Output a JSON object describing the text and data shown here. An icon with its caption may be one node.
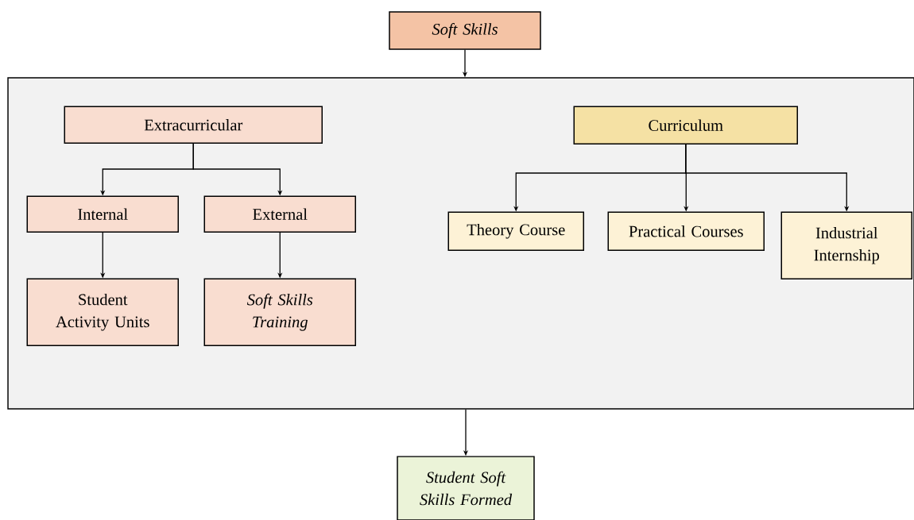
{
  "diagram": {
    "nodes": [
      {
        "text": [
          "Soft Skills"
        ]
      },
      {
        "text": [],
        "shape": "box"
      },
      {
        "text": [
          "Extracurricular"
        ],
        "in": 1
      },
      {
        "text": [
          "Curriculum"
        ],
        "in": 1
      },
      {
        "text": [
          "Internal"
        ],
        "in": 1
      },
      {
        "text": [
          "External"
        ],
        "in": 1
      },
      {
        "text": [
          "Theory Course"
        ],
        "in": 1
      },
      {
        "text": [
          "Practical Courses"
        ],
        "in": 1
      },
      {
        "text": [
          "Industrial Internship"
        ],
        "in": 1
      },
      {
        "text": [
          "Student Activity Units"
        ],
        "in": 1
      },
      {
        "text": [
          "Soft Skills Training"
        ],
        "in": 1
      },
      {
        "text": [
          "Student Soft Skills Formed"
        ]
      }
    ],
    "edges": [
      {
        "from": 0,
        "to": 1,
        "arrow": "to"
      },
      {
        "from": 2,
        "to": 4,
        "arrow": "to"
      },
      {
        "from": 2,
        "to": 5,
        "arrow": "to"
      },
      {
        "from": 4,
        "to": 9,
        "arrow": "to"
      },
      {
        "from": 5,
        "to": 10,
        "arrow": "to"
      },
      {
        "from": 3,
        "to": 6,
        "arrow": "to"
      },
      {
        "from": 3,
        "to": 7,
        "arrow": "to"
      },
      {
        "from": 3,
        "to": 8,
        "arrow": "to"
      },
      {
        "from": 1,
        "to": 11,
        "arrow": "to"
      }
    ]
  }
}
